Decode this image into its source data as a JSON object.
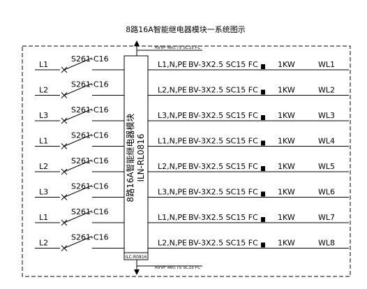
{
  "title": "8路16A智能继电器模块一系统图示",
  "bus_top_label": "RVVP 4x0.75 SC15 FC",
  "bus_bottom_label": "RVVP 4x0.75 SC15 FC",
  "module": {
    "name": "8路16A智能继电器模块",
    "model": "ILN-RL0816",
    "footer": "ILC-R0816"
  },
  "rows": [
    {
      "phase": "L1",
      "breaker": "S261-C16",
      "line": "L1,N,PE",
      "cable": "BV-3X2.5 SC15 FC",
      "power": "1KW",
      "circuit": "WL1"
    },
    {
      "phase": "L2",
      "breaker": "S261-C16",
      "line": "L2,N,PE",
      "cable": "BV-3X2.5 SC15 FC",
      "power": "1KW",
      "circuit": "WL2"
    },
    {
      "phase": "L3",
      "breaker": "S261-C16",
      "line": "L3,N,PE",
      "cable": "BV-3X2.5 SC15 FC",
      "power": "1KW",
      "circuit": "WL3"
    },
    {
      "phase": "L1",
      "breaker": "S261-C16",
      "line": "L1,N,PE",
      "cable": "BV-3X2.5 SC15 FC",
      "power": "1KW",
      "circuit": "WL4"
    },
    {
      "phase": "L2",
      "breaker": "S261-C16",
      "line": "L2,N,PE",
      "cable": "BV-3X2.5 SC15 FC",
      "power": "1KW",
      "circuit": "WL5"
    },
    {
      "phase": "L3",
      "breaker": "S261-C16",
      "line": "L3,N,PE",
      "cable": "BV-3X2.5 SC15 FC",
      "power": "1KW",
      "circuit": "WL6"
    },
    {
      "phase": "L1",
      "breaker": "S261-C16",
      "line": "L1,N,PE",
      "cable": "BV-3X2.5 SC15 FC",
      "power": "1KW",
      "circuit": "WL7"
    },
    {
      "phase": "L2",
      "breaker": "S261-C16",
      "line": "L2,N,PE",
      "cable": "BV-3X2.5 SC15 FC",
      "power": "1KW",
      "circuit": "WL8"
    }
  ]
}
